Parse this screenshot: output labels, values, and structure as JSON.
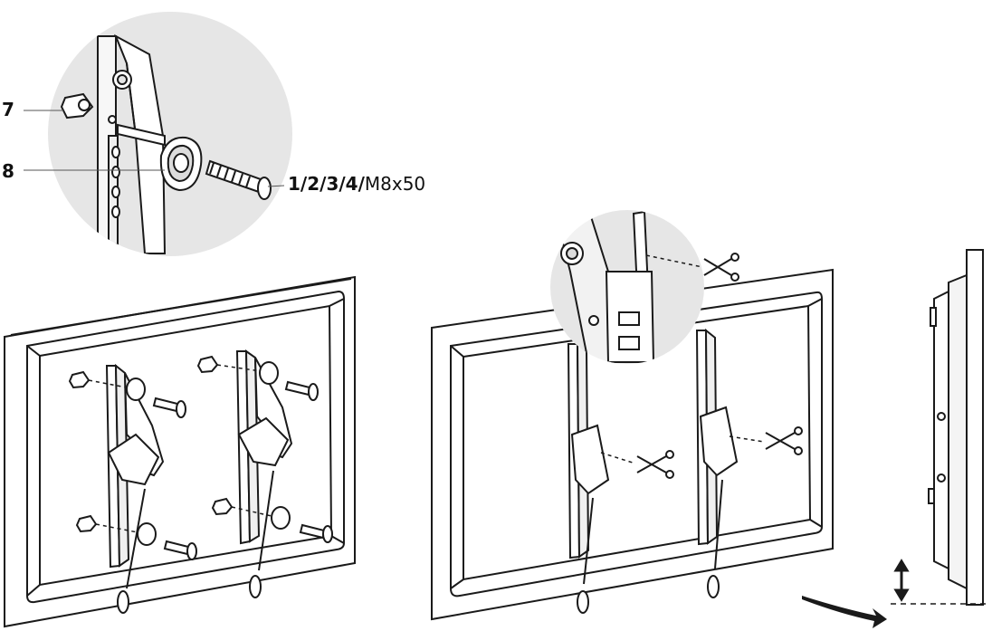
{
  "callouts": {
    "part_7": "7",
    "part_8": "8",
    "bolt_parts_bold": "1/2/3/4/",
    "bolt_size": "M8x50"
  },
  "colors": {
    "line": "#1a1a1a",
    "zoom_circle": "#e6e6e6",
    "panel_fill": "#ffffff"
  },
  "icons": [
    "scissors-icon",
    "curved-arrow-icon",
    "double-arrow-icon"
  ]
}
